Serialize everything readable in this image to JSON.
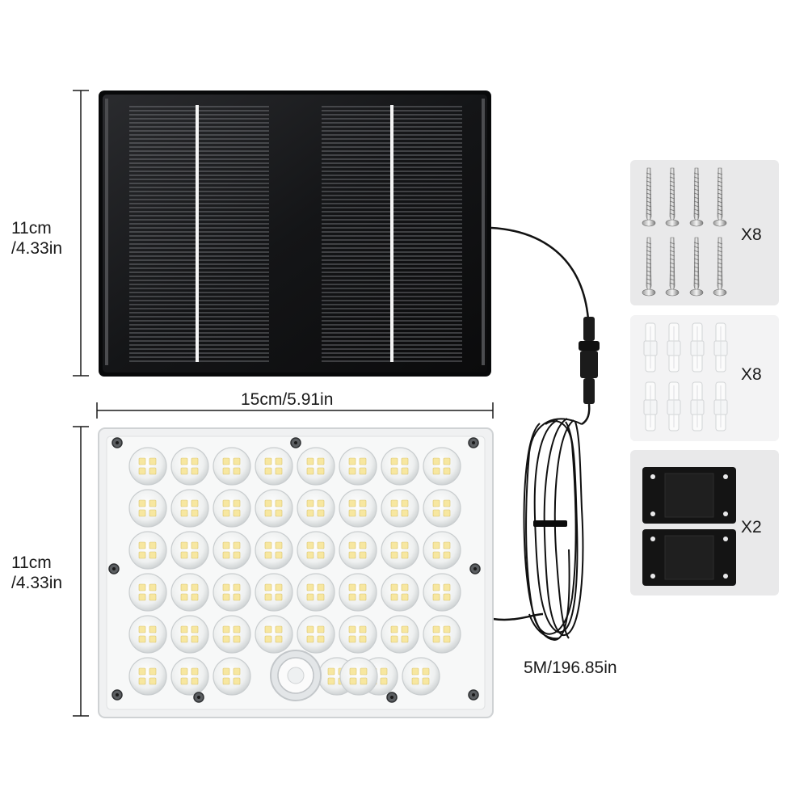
{
  "colors": {
    "background": "#ffffff",
    "solar_panel": "#111214",
    "led_housing": "#f2f3f4",
    "card_background": "#e9e9ea",
    "cable": "#121212",
    "dimension_line": "#1a1a1a"
  },
  "dimensions": {
    "panel_height_cm": "11cm",
    "panel_height_in": "/4.33in",
    "width": "15cm/5.91in",
    "light_height_cm": "11cm",
    "light_height_in": "/4.33in",
    "cable_length": "5M/196.85in"
  },
  "accessories": [
    {
      "name": "screws",
      "quantity": "X8",
      "icon": "screw-icon"
    },
    {
      "name": "wall-anchors",
      "quantity": "X8",
      "icon": "anchor-icon"
    },
    {
      "name": "mounting-brackets",
      "quantity": "X2",
      "icon": "bracket-icon"
    }
  ],
  "led_light": {
    "rows": 6,
    "columns": 8,
    "sensor": "motion-sensor-icon"
  }
}
